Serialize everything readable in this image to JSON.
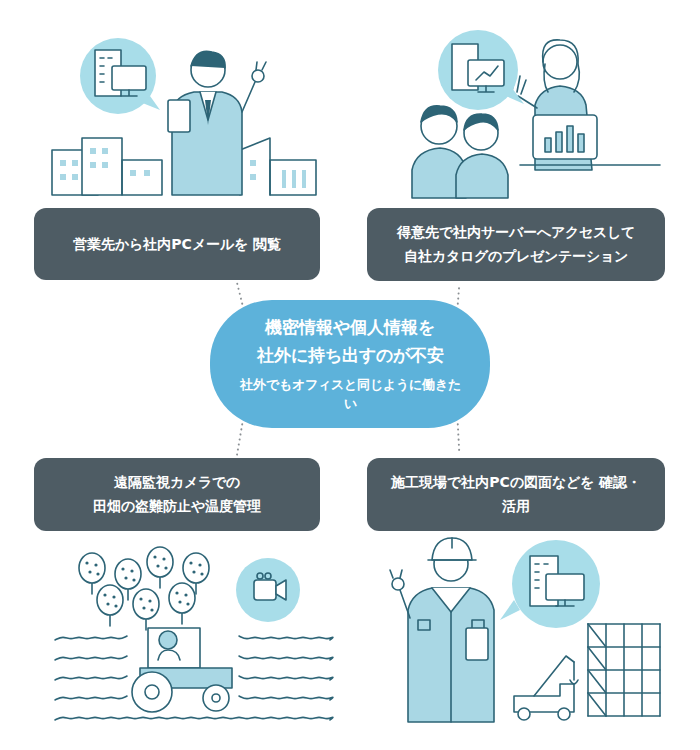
{
  "diagram": {
    "nodes": [
      {
        "text": [
          "営業先から社内PCメールを 閲覧"
        ]
      },
      {
        "text": [
          "得意先で社内サーバーへアクセスして 自社カタログのプレゼンテーション"
        ]
      },
      {
        "text": [
          "機密情報や個人情報を 社外に持ち出すのが不安",
          "社外でもオフィスと同じように働きたい"
        ]
      },
      {
        "text": [
          "遠隔監視カメラでの 田畑の盗難防止や温度管理"
        ]
      },
      {
        "text": [
          "施工現場で社内PCの図面などを 確認・活用"
        ]
      }
    ],
    "edges": [
      {
        "from": 2,
        "to": 0,
        "arrow": "none"
      },
      {
        "from": 2,
        "to": 1,
        "arrow": "none"
      },
      {
        "from": 2,
        "to": 3,
        "arrow": "none"
      },
      {
        "from": 2,
        "to": 4,
        "arrow": "none"
      }
    ]
  }
}
